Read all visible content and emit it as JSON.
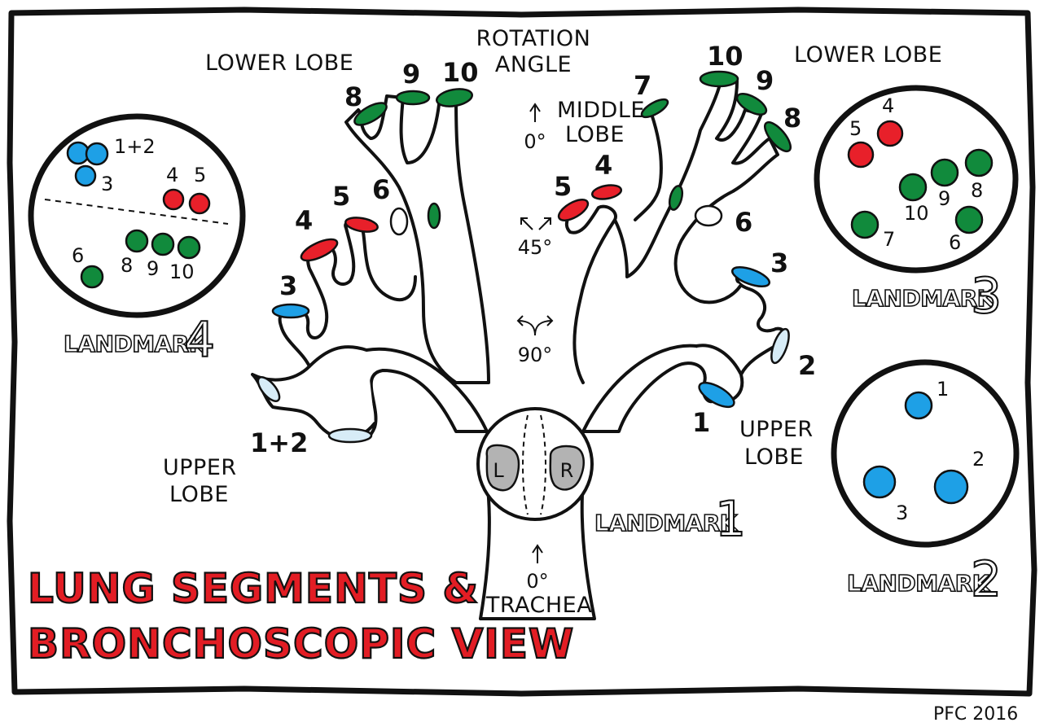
{
  "colors": {
    "red": "#e8202a",
    "green": "#118a3c",
    "blue": "#1ea0e6",
    "light_blue": "#d7ecf7",
    "grey": "#b3b3b3",
    "title_red": "#e21d24",
    "ink": "#111111"
  },
  "title": {
    "line1": "LUNG SEGMENTS &",
    "line2": "BRONCHOSCOPIC VIEW"
  },
  "credit": "PFC 2016",
  "labels": {
    "rotation_angle_line1": "ROTATION",
    "rotation_angle_line2": "ANGLE",
    "lower_lobe_left": "LOWER LOBE",
    "lower_lobe_right": "LOWER LOBE",
    "middle_lobe_line1": "MIDDLE",
    "middle_lobe_line2": "LOBE",
    "upper_lobe_left_line1": "UPPER",
    "upper_lobe_left_line2": "LOBE",
    "upper_lobe_right_line1": "UPPER",
    "upper_lobe_right_line2": "LOBE",
    "trachea": "TRACHEA",
    "trachea_angle": "0°",
    "angle_0": "0°",
    "angle_45": "45°",
    "angle_90": "90°"
  },
  "carina": {
    "left": "L",
    "right": "R"
  },
  "left_tree_segments": {
    "s8": "8",
    "s9": "9",
    "s10": "10",
    "s6": "6",
    "s5": "5",
    "s4": "4",
    "s3": "3",
    "s12": "1+2"
  },
  "right_tree_segments": {
    "s10": "10",
    "s9": "9",
    "s8": "8",
    "s7": "7",
    "s6": "6",
    "s5": "5",
    "s4": "4",
    "s3": "3",
    "s2": "2",
    "s1": "1"
  },
  "landmarks": {
    "lm1": {
      "word": "LANDMARK",
      "num": "1"
    },
    "lm2": {
      "word": "LANDMARK",
      "num": "2",
      "labels": [
        "1",
        "2",
        "3"
      ]
    },
    "lm3": {
      "word": "LANDMARK",
      "num": "3",
      "labels": [
        "4",
        "5",
        "8",
        "9",
        "10",
        "7",
        "6"
      ]
    },
    "lm4": {
      "word": "LANDMARK",
      "num": "4",
      "labels": [
        "1+2",
        "3",
        "4",
        "5",
        "6",
        "8",
        "9",
        "10"
      ]
    }
  }
}
